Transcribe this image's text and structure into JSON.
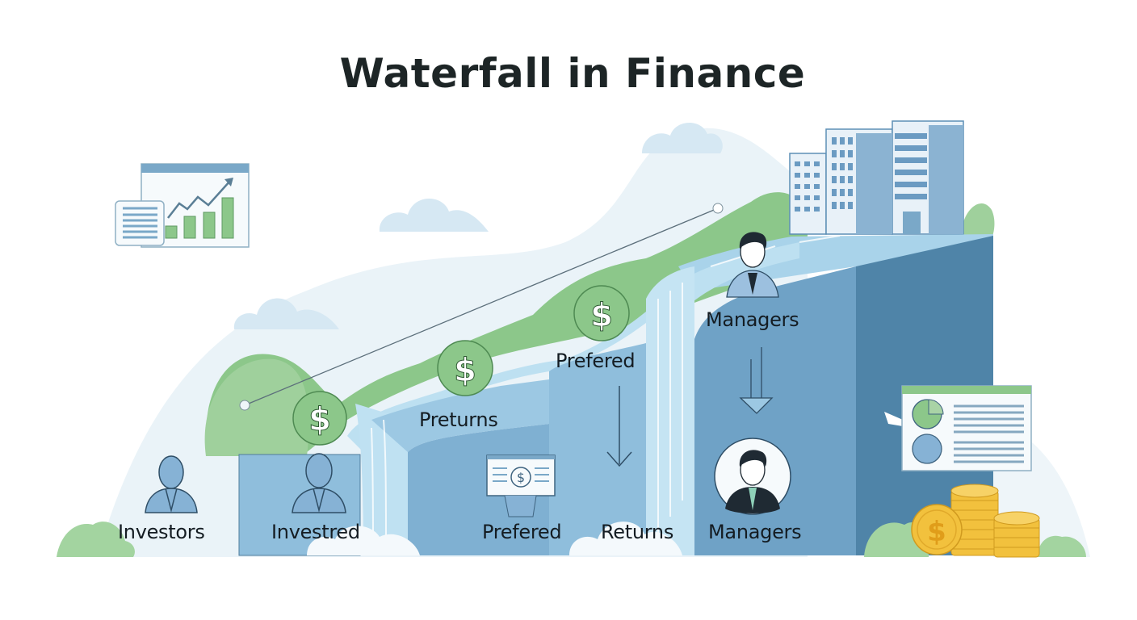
{
  "title": "Waterfall in Finance",
  "colors": {
    "title": "#1d2526",
    "water_light": "#a9d3ea",
    "step_blue": "#8fbedc",
    "step_mid": "#6fa2c6",
    "step_dark": "#4f84a8",
    "green": "#8cc78a",
    "green_dark": "#6aaf6d",
    "coin": "#f2c13d",
    "sky": "#eaf3f8"
  },
  "labels": {
    "investors": "Investors",
    "invested": "Investred",
    "preturns": "Preturns",
    "prefered_top": "Prefered",
    "prefered_bottom": "Prefered",
    "returns": "Returns",
    "managers_top": "Managers",
    "managers_bottom": "Managers"
  },
  "icons": [
    "growth-chart-icon",
    "cloud-icon",
    "office-buildings-icon",
    "investor-person-icon",
    "invested-person-icon",
    "dollar-coin-icon",
    "banknote-icon",
    "manager-person-icon",
    "manager-avatar-icon",
    "down-arrow-icon",
    "pie-chart-report-icon",
    "gold-coins-stack-icon"
  ]
}
